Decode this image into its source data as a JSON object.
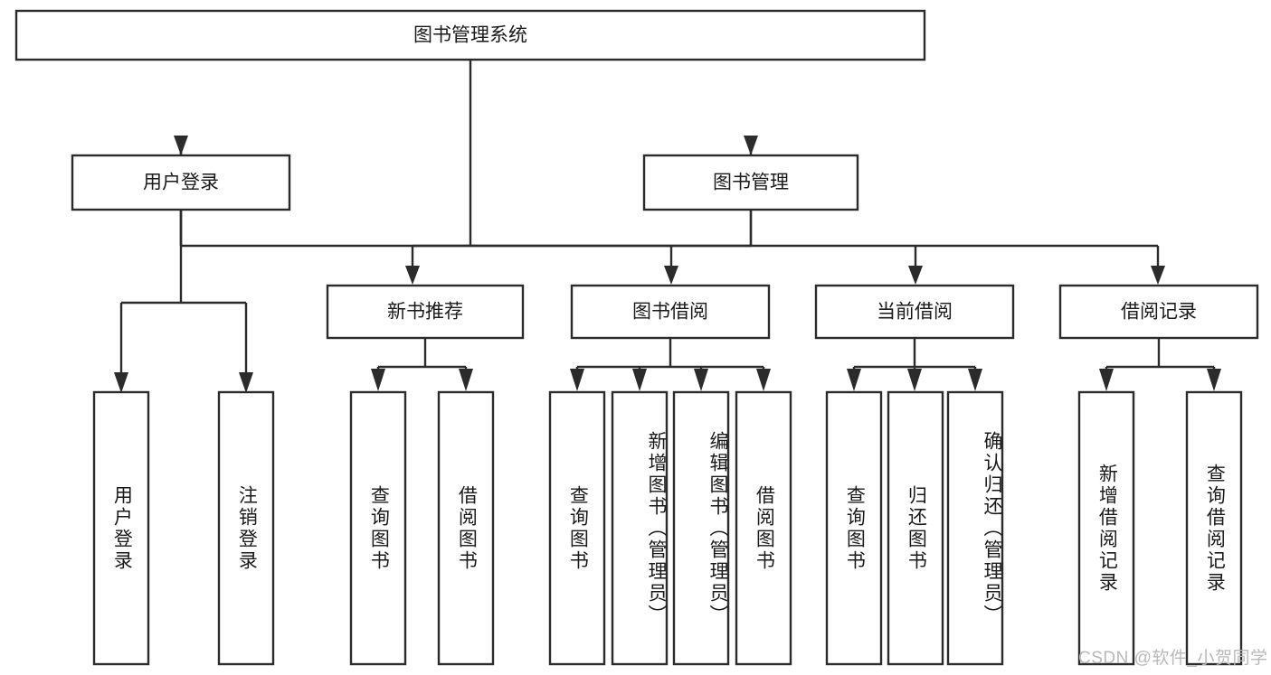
{
  "diagram": {
    "title": "图书管理系统",
    "type": "hierarchy-tree",
    "watermark": "CSDN @软件_小贺同学",
    "colors": {
      "background": "#ffffff",
      "stroke": "#2b2b2b",
      "text": "#1a1a1a",
      "watermark": "#b9b9b9"
    },
    "levels": {
      "root": {
        "label": "图书管理系统"
      },
      "level2": [
        {
          "label": "用户登录"
        },
        {
          "label": "图书管理"
        }
      ],
      "level3": [
        {
          "label": "新书推荐"
        },
        {
          "label": "图书借阅"
        },
        {
          "label": "当前借阅"
        },
        {
          "label": "借阅记录"
        }
      ],
      "leaves": [
        {
          "label": "用户登录",
          "parent": "用户登录"
        },
        {
          "label": "注销登录",
          "parent": "用户登录"
        },
        {
          "label": "查询图书",
          "parent": "新书推荐"
        },
        {
          "label": "借阅图书",
          "parent": "新书推荐"
        },
        {
          "label": "查询图书",
          "parent": "图书借阅"
        },
        {
          "label": "新增图书（管理员）",
          "parent": "图书借阅"
        },
        {
          "label": "编辑图书（管理员）",
          "parent": "图书借阅"
        },
        {
          "label": "借阅图书",
          "parent": "图书借阅"
        },
        {
          "label": "查询图书",
          "parent": "当前借阅"
        },
        {
          "label": "归还图书",
          "parent": "当前借阅"
        },
        {
          "label": "确认归还（管理员）",
          "parent": "当前借阅"
        },
        {
          "label": "新增借阅记录",
          "parent": "借阅记录"
        },
        {
          "label": "查询借阅记录",
          "parent": "借阅记录"
        }
      ]
    }
  }
}
